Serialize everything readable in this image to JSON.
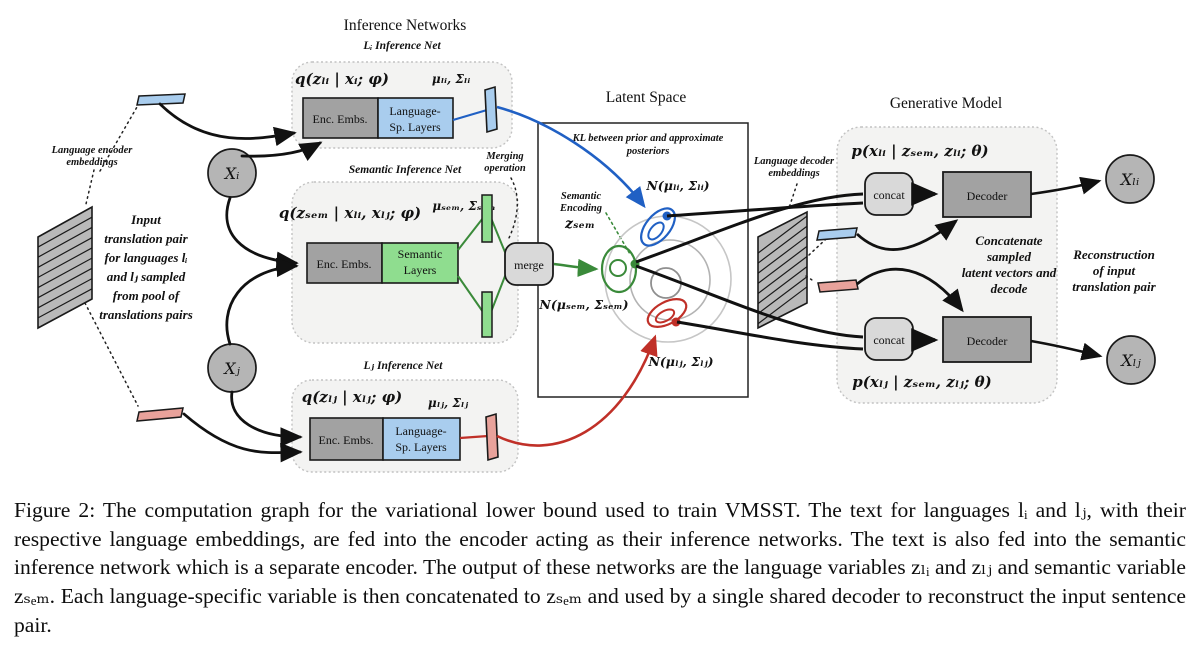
{
  "diagram": {
    "titles": {
      "inference_networks": "Inference Networks",
      "latent_space": "Latent Space",
      "generative_model": "Generative Model"
    },
    "left": {
      "encoder_embeddings_label": [
        "Language encoder",
        "embeddings"
      ],
      "input_text": [
        "Input",
        "translation pair",
        "for languages lᵢ",
        "and lⱼ sampled",
        "from pool of",
        "translations pairs"
      ],
      "x_i": "Xᵢ",
      "x_j": "Xⱼ"
    },
    "li_net": {
      "title": "Lᵢ Inference Net",
      "formula": "q(zₗᵢ | xᵢ; φ)",
      "params": "μₗᵢ, Σₗᵢ",
      "enc": "Enc. Embs.",
      "layers": [
        "Language-",
        "Sp. Layers"
      ]
    },
    "sem_net": {
      "title": "Semantic Inference Net",
      "formula": "q(zₛₑₘ | xₗᵢ, xₗⱼ; φ)",
      "params": "μₛₑₘ, Σₛₑₘ",
      "enc": "Enc. Embs.",
      "layers": [
        "Semantic",
        "Layers"
      ],
      "merge": "merge",
      "merging_label": [
        "Merging",
        "operation"
      ]
    },
    "lj_net": {
      "title": "Lⱼ Inference Net",
      "formula": "q(zₗⱼ | xₗⱼ; φ)",
      "params": "μₗⱼ, Σₗⱼ",
      "enc": "Enc. Embs.",
      "layers": [
        "Language-",
        "Sp. Layers"
      ]
    },
    "latent": {
      "kl_label": [
        "KL between prior and approximate",
        "posteriors"
      ],
      "semantic_encoding": [
        "Semantic",
        "Encoding"
      ],
      "z_sem": "zₛₑₘ",
      "n_li": "N(μₗᵢ, Σₗᵢ)",
      "n_sem": "N(μₛₑₘ, Σₛₑₘ)",
      "n_lj": "N(μₗⱼ, Σₗⱼ)"
    },
    "generative": {
      "decoder_embeddings_label": [
        "Language decoder",
        "embeddings"
      ],
      "p_li": "p(xₗᵢ | zₛₑₘ, zₗᵢ; θ)",
      "p_lj": "p(xₗⱼ | zₛₑₘ, zₗⱼ; θ)",
      "concat": "concat",
      "decoder": "Decoder",
      "concat_note": [
        "Concatenate",
        "sampled",
        "latent vectors and",
        "decode"
      ],
      "reconstruction_note": [
        "Reconstruction",
        "of input",
        "translation pair"
      ],
      "x_li": "Xₗᵢ",
      "x_lj": "Xₗⱼ"
    }
  },
  "caption": {
    "text": "Figure 2: The computation graph for the variational lower bound used to train VMSST. The text for languages lᵢ and lⱼ, with their respective language embeddings, are fed into the encoder acting as their inference networks. The text is also fed into the semantic inference network which is a separate encoder. The output of these networks are the language variables zₗᵢ and zₗⱼ and semantic variable zₛₑₘ. Each language-specific variable is then concatenated to zₛₑₘ and used by a single shared decoder to reconstruct the input sentence pair."
  },
  "colors": {
    "blue": "#2060c4",
    "green": "#3a8a3a",
    "red": "#c03028",
    "light_blue_fill": "#a9cdee",
    "light_green_fill": "#8fdd8f",
    "pink_fill": "#e8a29b",
    "gray_box_fill": "#a2a2a2",
    "panel_fill": "#f3f3f2"
  }
}
